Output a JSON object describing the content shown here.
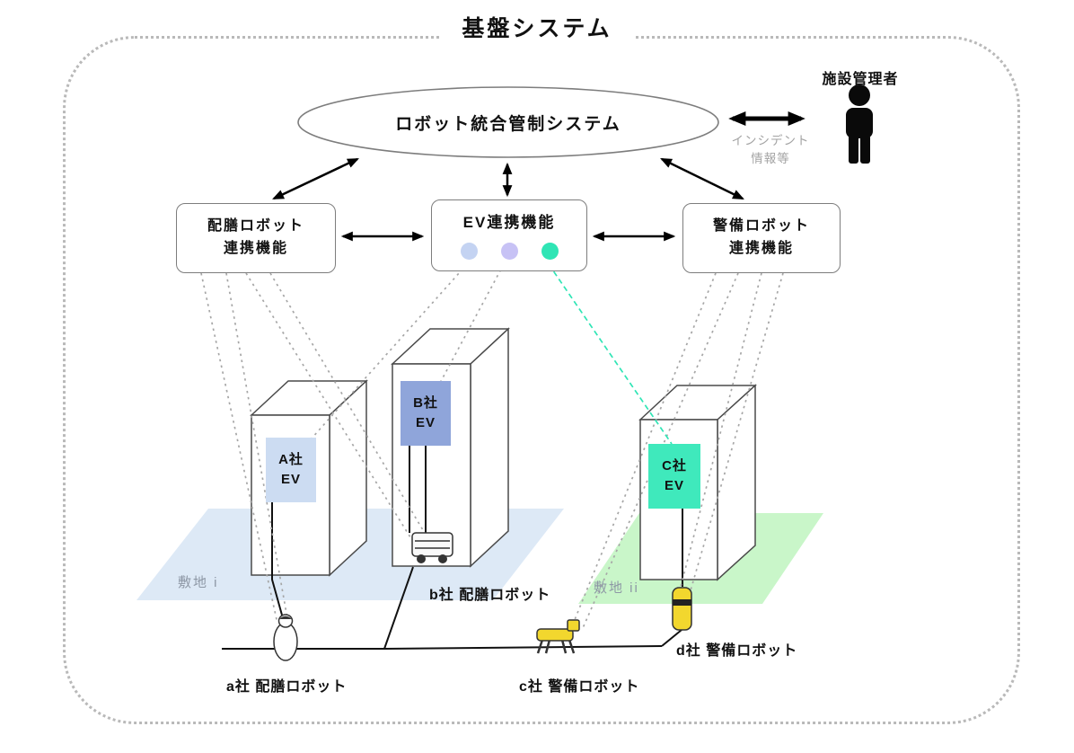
{
  "title": "基盤システム",
  "colors": {
    "teal": "#2fe5b5",
    "robot_yellow": "#f2d72e"
  },
  "top": {
    "control_system": "ロボット統合管制システム",
    "facility_manager": "施設管理者",
    "incident_line1": "インシデント",
    "incident_line2": "情報等"
  },
  "function_boxes": {
    "serving": {
      "line1": "配膳ロボット",
      "line2": "連携機能"
    },
    "ev": {
      "label": "EV連携機能",
      "dots": [
        {
          "color": "#c4d3f2"
        },
        {
          "color": "#c7c2f5"
        },
        {
          "color": "#2fe5b5"
        }
      ]
    },
    "security": {
      "line1": "警備ロボット",
      "line2": "連携機能"
    }
  },
  "elevators": [
    {
      "line1": "A社",
      "line2": "EV",
      "color": "#ccdcf2"
    },
    {
      "line1": "B社",
      "line2": "EV",
      "color": "#8fa5da"
    },
    {
      "line1": "C社",
      "line2": "EV",
      "color": "#3fe9bc"
    }
  ],
  "sites": [
    {
      "label": "敷地 i",
      "color": "#dde9f6"
    },
    {
      "label": "敷地 ii",
      "color": "#c9f6c9"
    }
  ],
  "robots": [
    {
      "label": "a社 配膳ロボット"
    },
    {
      "label": "b社 配膳ロボット"
    },
    {
      "label": "c社 警備ロボット"
    },
    {
      "label": "d社 警備ロボット"
    }
  ]
}
